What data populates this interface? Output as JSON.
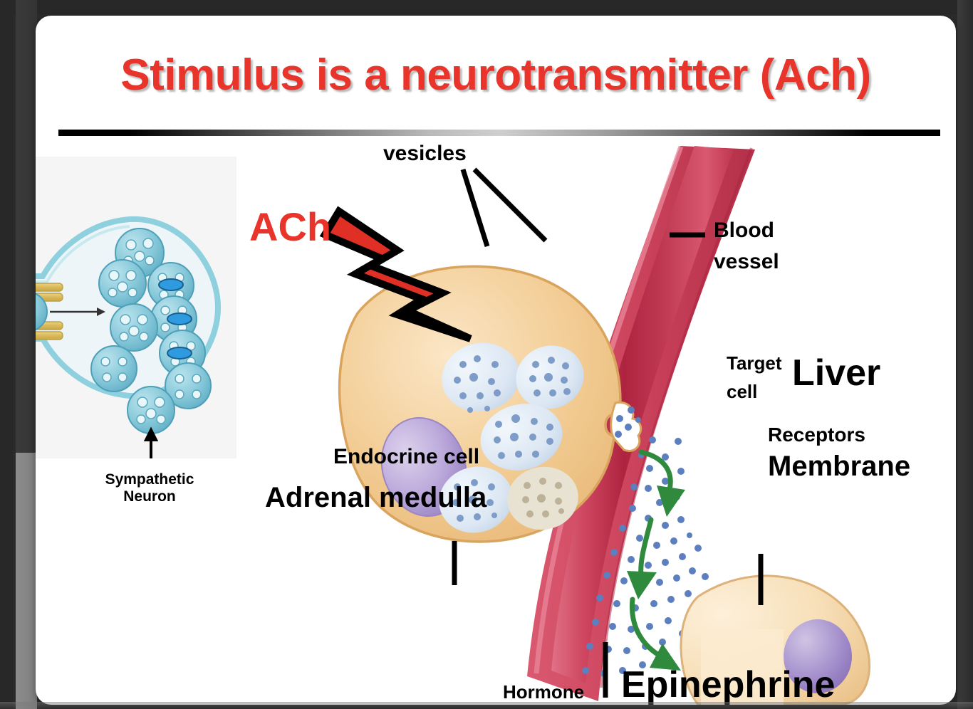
{
  "slide": {
    "title": "Stimulus is a neurotransmitter (Ach)",
    "title_color": "#E8342A"
  },
  "diagram": {
    "caption": "Endocrine signaling: a sympathetic neuron releases ACh onto an adrenal medulla endocrine cell, which secretes epinephrine into a blood vessel that travels to a liver target cell.",
    "original_labels": [
      {
        "id": "secretory-vesicles",
        "text": "vesicles",
        "note": "top word clipped by slide edge"
      },
      {
        "id": "blood-vessel-line1",
        "text": "Blood"
      },
      {
        "id": "blood-vessel-line2",
        "text": "vessel"
      },
      {
        "id": "target-cell-line1",
        "text": "Target"
      },
      {
        "id": "target-cell-line2",
        "text": "cell"
      },
      {
        "id": "endocrine-cell",
        "text": "Endocrine cell"
      },
      {
        "id": "hormone",
        "text": "Hormone"
      }
    ],
    "annotations": [
      {
        "id": "ach",
        "text": "ACh",
        "color": "#E8342A",
        "style": "red-bold"
      },
      {
        "id": "adrenal-medulla",
        "text": "Adrenal medulla",
        "style": "black-bold-large"
      },
      {
        "id": "liver",
        "text": "Liver",
        "style": "black-bold-large"
      },
      {
        "id": "receptors",
        "text": "Receptors",
        "style": "black-bold-medium"
      },
      {
        "id": "membrane",
        "text": "Membrane",
        "style": "black-bold-large"
      },
      {
        "id": "epinephrine",
        "text": "Epinephrine",
        "style": "black-bold-large"
      },
      {
        "id": "sympathetic-neuron",
        "text": "Sympathetic\nNeuron",
        "line1": "Sympathetic",
        "line2": "Neuron",
        "style": "black-bold-small"
      }
    ],
    "colors": {
      "endocrine_cell": "#F3CE97",
      "endocrine_cell_edge": "#D9A45E",
      "nucleus": "#B6A5D4",
      "vesicle": "#DDE7F2",
      "vesicle_granule": "#7E9CC8",
      "blood_vessel": "#C8384F",
      "blood_vessel_lumen": "#B52C44",
      "hormone_dot": "#5B7FBF",
      "arrow_green": "#2F8A3E",
      "target_cell": "#F6DCB2",
      "neuron_membrane": "#8FD0DF",
      "neuron_vesicle": "#7FC6D6",
      "neuron_cytosol": "#EDF5F8",
      "axon_gold": "#DEBE63",
      "lightning_bolt": "#E03025"
    }
  }
}
